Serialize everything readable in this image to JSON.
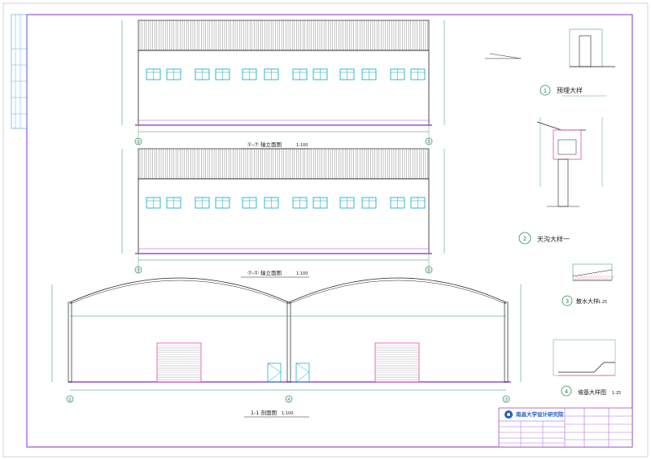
{
  "colors": {
    "frame": "#9b4fd1",
    "outline": "#222222",
    "dim": "#2e8b57",
    "window": "#00a8c8",
    "door": "#e64aa6",
    "title_blue": "#1f5fbf"
  },
  "elevation_a": {
    "title": "①-⑦ 轴立面图",
    "scale": "1:100",
    "grid_left": "①",
    "grid_right": "⑦"
  },
  "elevation_b": {
    "title": "⑦-① 轴立面图",
    "scale": "1:100",
    "grid_left": "⑦",
    "grid_right": "①"
  },
  "section": {
    "title": "1-1 剖面图",
    "scale": "1:100",
    "grid_a": "①",
    "grid_b": "④",
    "grid_c": "⑦"
  },
  "details": {
    "d1_num": "1",
    "d1_title": "预埋大样",
    "d2_num": "2",
    "d2_title": "天沟大样一",
    "d3_num": "3",
    "d3_title": "散水大样",
    "d3_scale": "1:25",
    "d4_num": "4",
    "d4_title": "坡基大样图",
    "d4_scale": "1:25"
  },
  "title_block": {
    "institute": "南昌大学设计研究院"
  }
}
